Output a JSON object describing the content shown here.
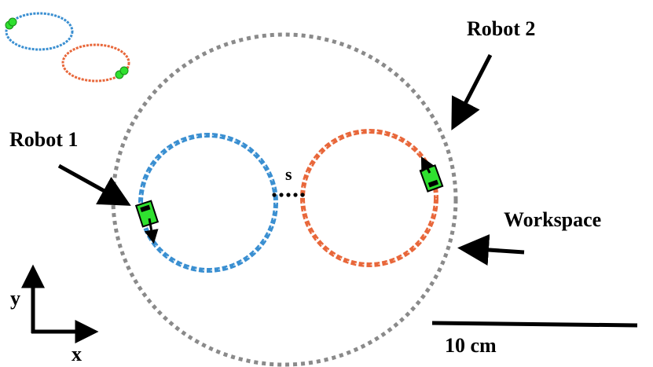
{
  "labels": {
    "robot1": "Robot 1",
    "robot2": "Robot 2",
    "workspace": "Workspace",
    "separation": "s",
    "axis_x": "x",
    "axis_y": "y",
    "scale_bar": "10 cm"
  },
  "colors": {
    "robot1_path": "#3a8fd1",
    "robot2_path": "#e8673a",
    "robot_body": "#2fe02f",
    "workspace_boundary": "#8a8a8a",
    "arrow": "#000000"
  },
  "icons": {
    "robot": "robot-cart-icon",
    "heading": "arrow-icon"
  }
}
